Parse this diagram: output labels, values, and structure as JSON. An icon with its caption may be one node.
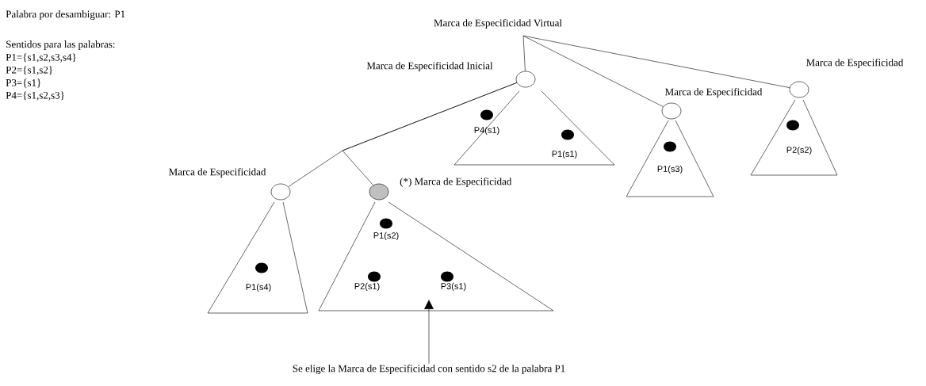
{
  "diagram": {
    "nodes": [
      {
        "text": [
          "Marca de Especificidad Virtual"
        ]
      },
      {
        "text": [
          "Marca de Especificidad Inicial"
        ]
      },
      {
        "text": [
          "Marca de Especificidad"
        ]
      },
      {
        "text": [
          "Marca de Especificidad"
        ]
      },
      {
        "text": [
          "Marca de Especificidad"
        ]
      },
      {
        "text": [
          "(*) Marca de Especificidad"
        ]
      },
      {
        "text": [
          "P4(s1)",
          "P1(s1)"
        ]
      },
      {
        "text": [
          "P1(s3)"
        ]
      },
      {
        "text": [
          "P2(s2)"
        ]
      },
      {
        "text": [
          "P1(s4)"
        ]
      },
      {
        "text": [
          "P1(s2)",
          "P2(s1)",
          "P3(s1)"
        ]
      },
      {
        "text": [
          "Se elige la Marca de Especificidad con sentido s2 de la palabra P1"
        ]
      }
    ],
    "edges": [
      {
        "from": 0,
        "to": 1,
        "arrow": "none"
      },
      {
        "from": 0,
        "to": 2,
        "arrow": "none"
      },
      {
        "from": 0,
        "to": 3,
        "arrow": "none"
      },
      {
        "from": 1,
        "to": 4,
        "arrow": "none"
      },
      {
        "from": 1,
        "to": 5,
        "arrow": "none"
      },
      {
        "from": 11,
        "to": 10,
        "arrow": "to"
      }
    ],
    "labels": [
      "Palabra por desambiguar: P1",
      "Sentidos para las palabras:",
      "P1={s1,s2,s3,s4}",
      "P2={s1,s2}",
      "P3={s1}",
      "P4={s1,s2,s3}"
    ]
  }
}
